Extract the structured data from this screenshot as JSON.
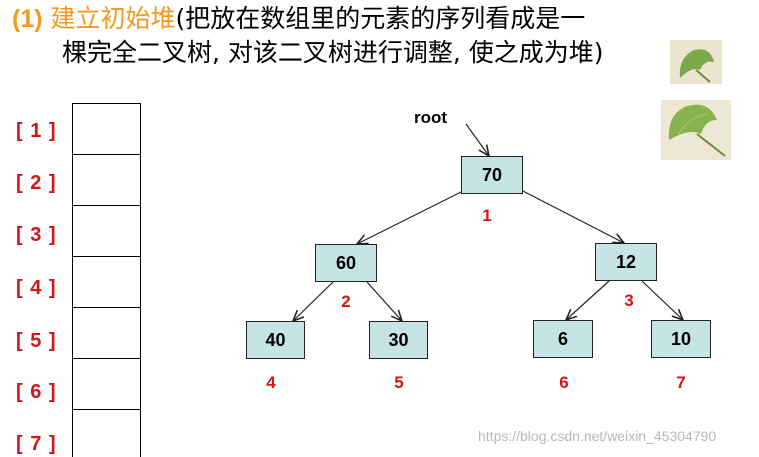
{
  "heading": {
    "number": "(1)",
    "title": "建立初始堆",
    "line1_rest": "(把放在数组里的元素的序列看成是一",
    "line2": "棵完全二叉树, 对该二叉树进行调整, 使之成为堆)"
  },
  "array": {
    "indices": [
      "[ 1 ]",
      "[ 2 ]",
      "[ 3 ]",
      "[ 4 ]",
      "[ 5 ]",
      "[ 6 ]",
      "[ 7 ]"
    ]
  },
  "tree": {
    "root_label": "root",
    "nodes": [
      {
        "value": "70",
        "index": "1"
      },
      {
        "value": "60",
        "index": "2"
      },
      {
        "value": "12",
        "index": "3"
      },
      {
        "value": "40",
        "index": "4"
      },
      {
        "value": "30",
        "index": "5"
      },
      {
        "value": "6",
        "index": "6"
      },
      {
        "value": "10",
        "index": "7"
      }
    ]
  },
  "watermark": "https://blog.csdn.net/weixin_45304790",
  "colors": {
    "heading_accent": "#f39a1e",
    "index_red": "#d0161b",
    "node_fill": "#c6e3e6"
  },
  "icons": [
    "ginkgo-leaf-icon",
    "ginkgo-leaf-icon"
  ]
}
